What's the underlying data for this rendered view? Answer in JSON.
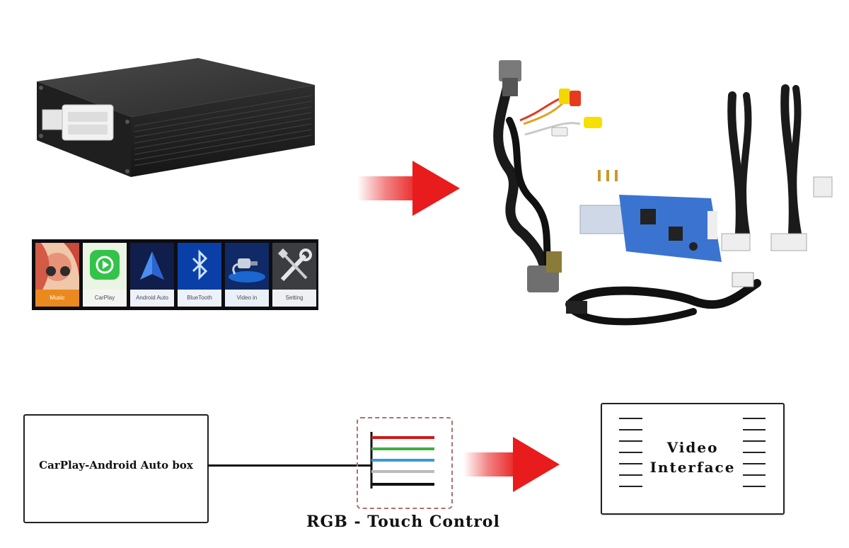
{
  "launcher": {
    "apps": [
      {
        "label": "Music",
        "icon": "music-icon"
      },
      {
        "label": "CarPlay",
        "icon": "carplay-icon"
      },
      {
        "label": "Android Auto",
        "icon": "android-auto-icon"
      },
      {
        "label": "BlueTooth",
        "icon": "bluetooth-icon"
      },
      {
        "label": "Video in",
        "icon": "video-in-icon"
      },
      {
        "label": "Setting",
        "icon": "wrench-screwdriver-icon"
      }
    ]
  },
  "diagram": {
    "source_box_label": "CarPlay-Android Auto box",
    "connection_label": "RGB - Touch Control",
    "target_line1": "Video",
    "target_line2": "Interface"
  },
  "colors": {
    "arrow_red": "#e81c1c",
    "wire_red": "#d01818",
    "wire_green": "#3fb03f",
    "wire_blue": "#3a9ad2",
    "wire_white": "#bbbbbb",
    "wire_black": "#111111",
    "music_label_bg": "#ea8a1e"
  }
}
